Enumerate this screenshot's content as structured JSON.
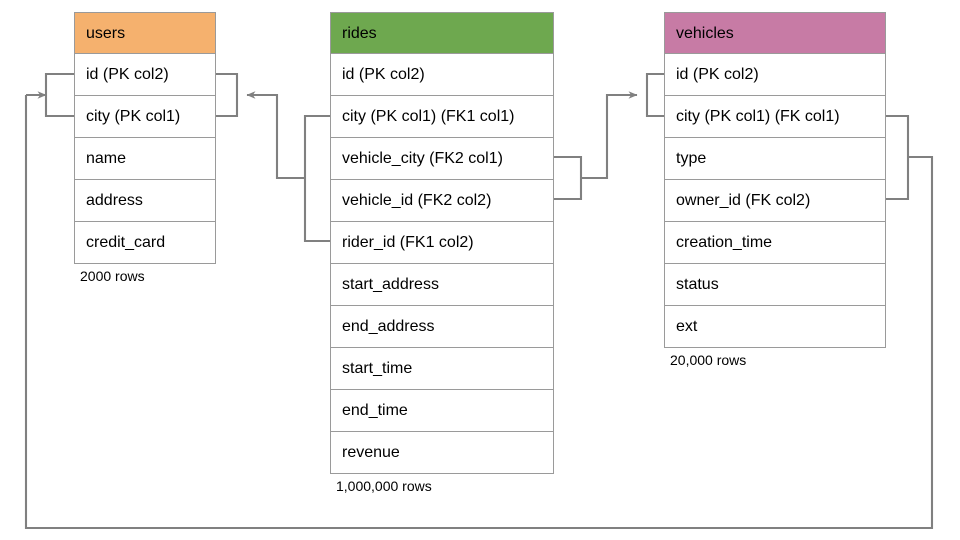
{
  "diagram": {
    "type": "entity-relationship-diagram",
    "title": "",
    "background_color": "#ffffff",
    "edge_color": "#808080",
    "border_color": "#9a9a9a"
  },
  "tables": [
    {
      "name": "users",
      "header_color": "#F5B16E",
      "row_count_label": "2000 rows",
      "columns": [
        "id (PK col2)",
        "city (PK col1)",
        "name",
        "address",
        "credit_card"
      ]
    },
    {
      "name": "rides",
      "header_color": "#6EA84F",
      "row_count_label": "1,000,000 rows",
      "columns": [
        "id (PK col2)",
        "city (PK col1) (FK1 col1)",
        "vehicle_city (FK2 col1)",
        "vehicle_id (FK2 col2)",
        "rider_id (FK1 col2)",
        "start_address",
        "end_address",
        "start_time",
        "end_time",
        "revenue"
      ]
    },
    {
      "name": "vehicles",
      "header_color": "#C77BA5",
      "row_count_label": "20,000 rows",
      "columns": [
        "id (PK col2)",
        "city (PK col1) (FK col1)",
        "type",
        "owner_id (FK col2)",
        "creation_time",
        "status",
        "ext"
      ]
    }
  ],
  "relationships": [
    {
      "name": "rides-fk1-users",
      "from_table": "rides",
      "from_columns": [
        "city (PK col1) (FK1 col1)",
        "rider_id (FK1 col2)"
      ],
      "to_table": "users",
      "to_columns": [
        "id (PK col2)",
        "city (PK col1)"
      ],
      "direction": "rides-to-users"
    },
    {
      "name": "rides-fk2-vehicles",
      "from_table": "rides",
      "from_columns": [
        "vehicle_city (FK2 col1)",
        "vehicle_id (FK2 col2)"
      ],
      "to_table": "vehicles",
      "to_columns": [
        "id (PK col2)",
        "city (PK col1) (FK col1)"
      ],
      "direction": "rides-to-vehicles"
    },
    {
      "name": "vehicles-fk-users",
      "from_table": "vehicles",
      "from_columns": [
        "city (PK col1) (FK col1)",
        "owner_id (FK col2)"
      ],
      "to_table": "users",
      "to_columns": [
        "id (PK col2)",
        "city (PK col1)"
      ],
      "direction": "vehicles-to-users"
    }
  ]
}
